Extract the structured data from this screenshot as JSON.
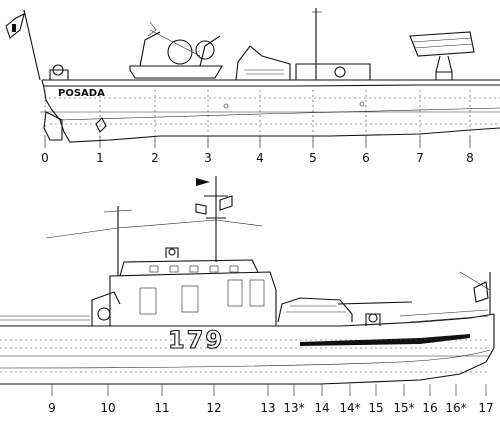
{
  "upper_view": {
    "hull_name": "POSADA",
    "stations": [
      {
        "label": "0"
      },
      {
        "label": "1"
      },
      {
        "label": "2"
      },
      {
        "label": "3"
      },
      {
        "label": "4"
      },
      {
        "label": "5"
      },
      {
        "label": "6"
      },
      {
        "label": "7"
      },
      {
        "label": "8"
      }
    ]
  },
  "lower_view": {
    "hull_number": "179",
    "stations": [
      {
        "label": "9"
      },
      {
        "label": "10"
      },
      {
        "label": "11"
      },
      {
        "label": "12"
      },
      {
        "label": "13"
      },
      {
        "label": "13*"
      },
      {
        "label": "14"
      },
      {
        "label": "14*"
      },
      {
        "label": "15"
      },
      {
        "label": "15*"
      },
      {
        "label": "16"
      },
      {
        "label": "16*"
      },
      {
        "label": "17"
      }
    ]
  }
}
